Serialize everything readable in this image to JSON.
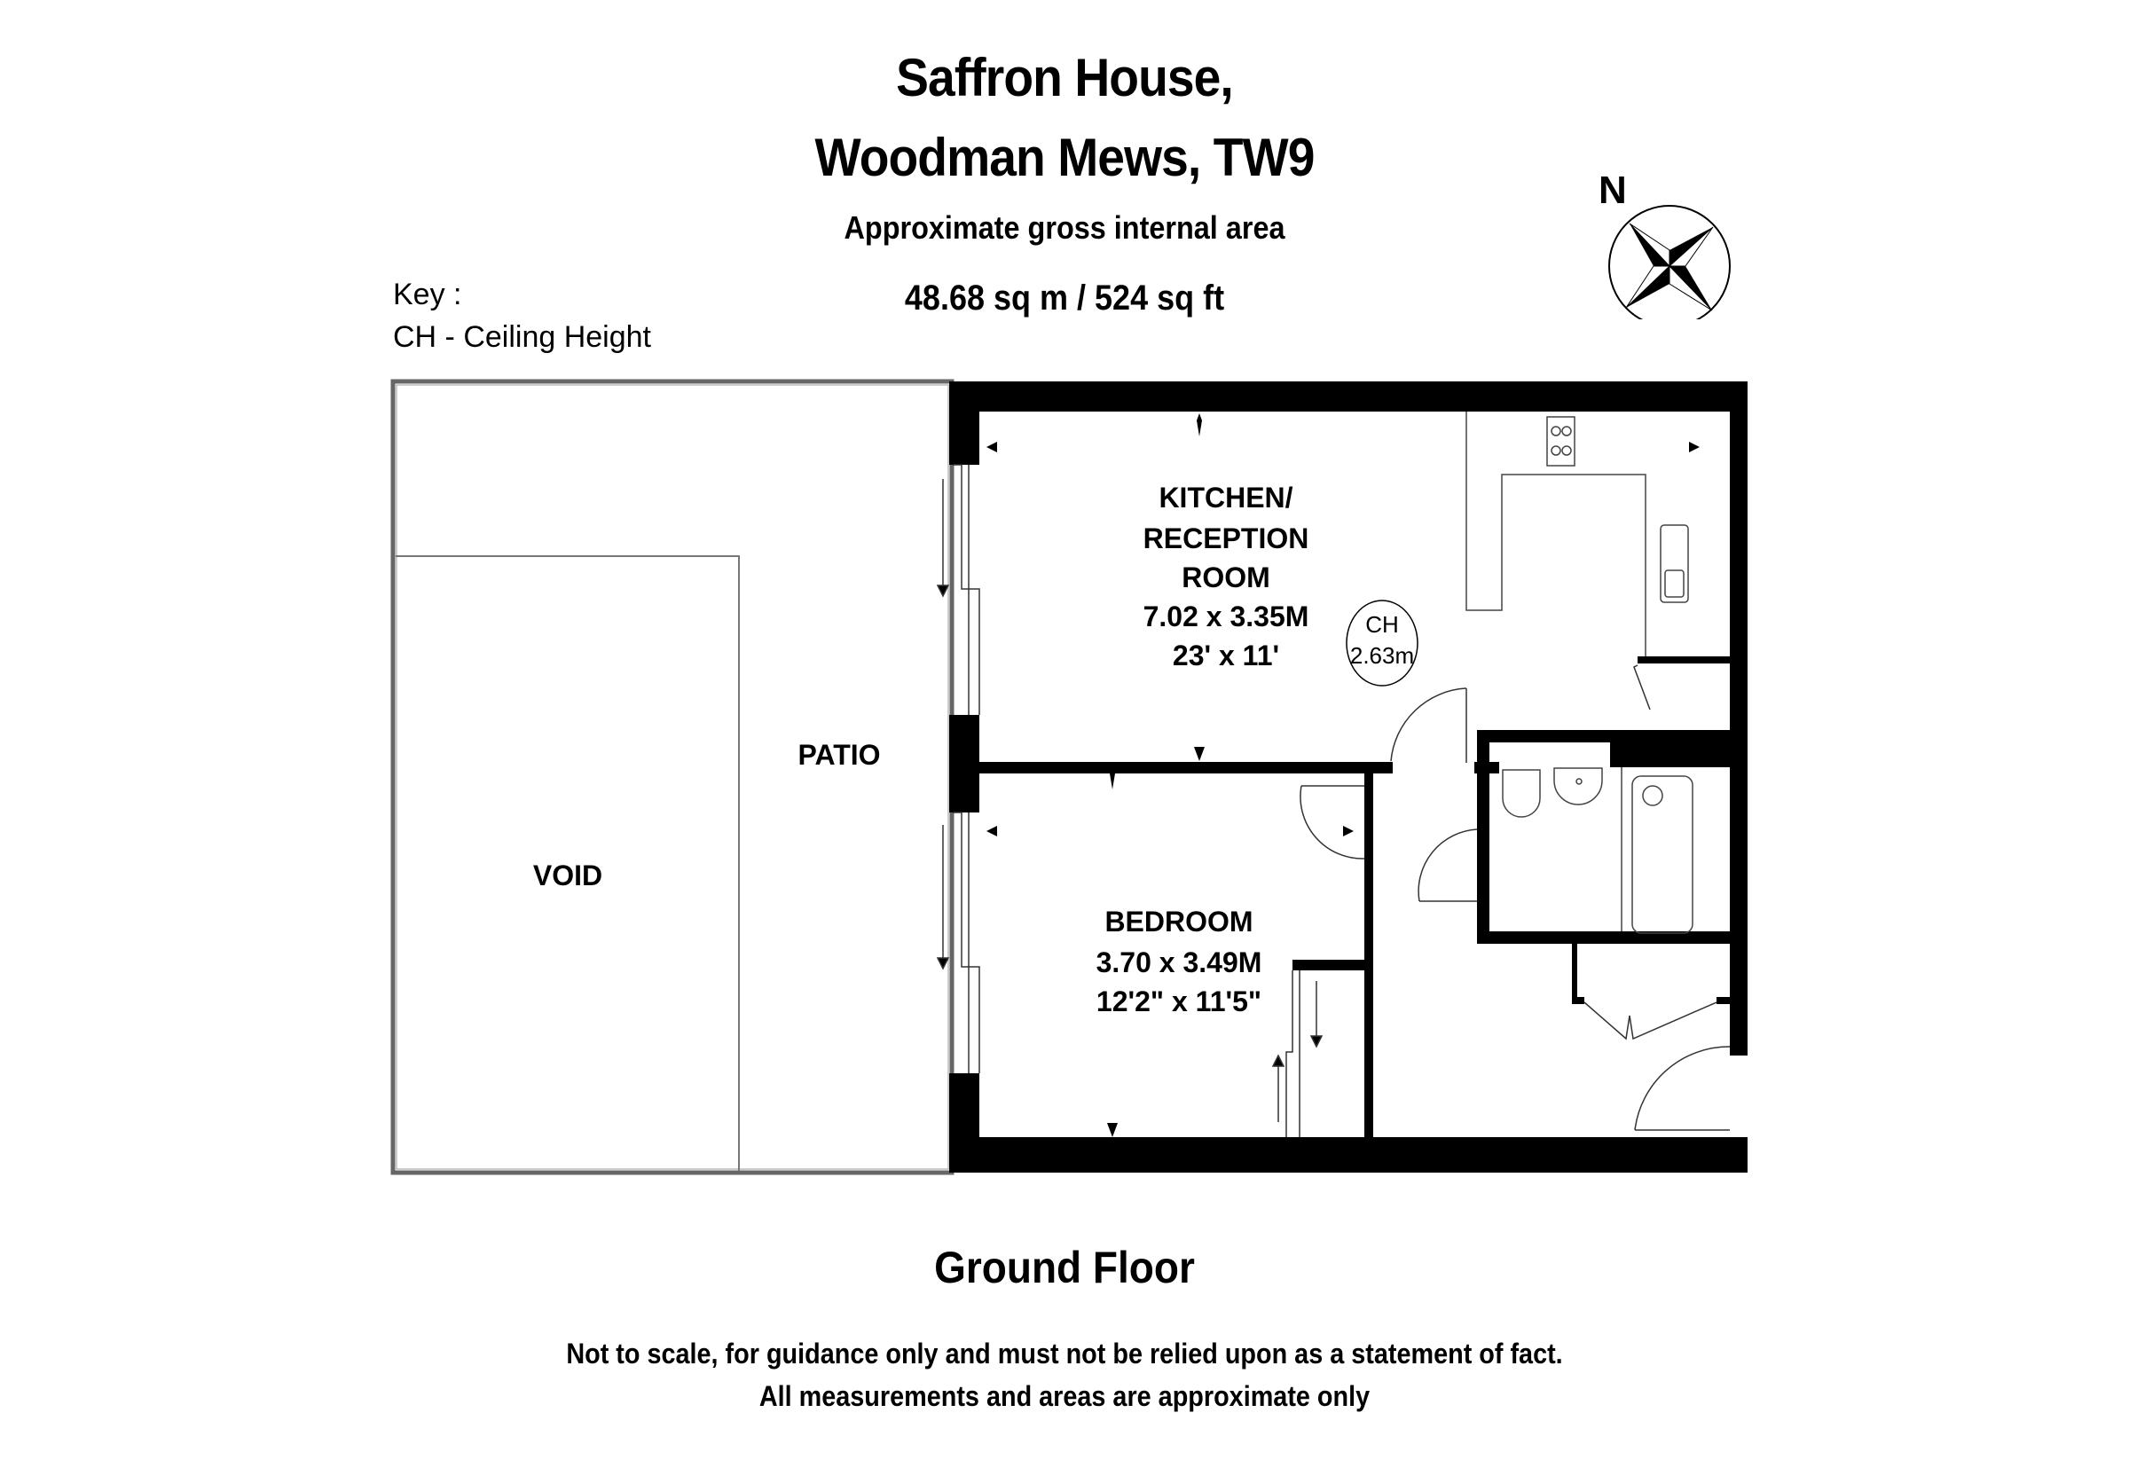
{
  "header": {
    "title_line1": "Saffron House,",
    "title_line2": "Woodman Mews, TW9",
    "area_label": "Approximate gross internal area",
    "area_value": "48.68 sq m /  524 sq ft"
  },
  "key": {
    "heading": "Key :",
    "entries": [
      "CH - Ceiling Height"
    ]
  },
  "compass": {
    "label": "N",
    "icon": "compass-rose-icon"
  },
  "rooms": [
    {
      "name_lines": [
        "KITCHEN/",
        "RECEPTION",
        "ROOM"
      ],
      "metric": "7.02 x 3.35M",
      "imperial": "23' x 11'"
    },
    {
      "name_lines": [
        "BEDROOM"
      ],
      "metric": "3.70 x 3.49M",
      "imperial": "12'2\" x 11'5\""
    }
  ],
  "areas": {
    "patio": "PATIO",
    "void": "VOID"
  },
  "ceiling_height": {
    "label": "CH",
    "value": "2.63m"
  },
  "floor": {
    "name": "Ground Floor"
  },
  "footer": {
    "line1": "Not to scale, for guidance only and must not be relied upon as a statement of fact.",
    "line2": "All measurements and areas are approximate only"
  },
  "colors": {
    "wall": "#000000",
    "line": "#555555",
    "background": "#ffffff"
  }
}
